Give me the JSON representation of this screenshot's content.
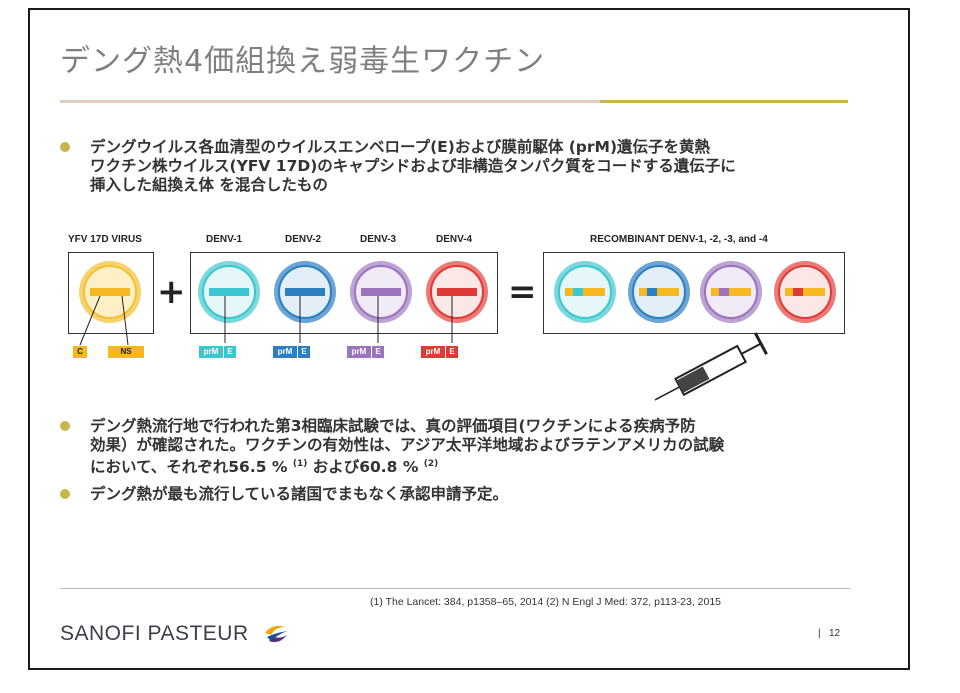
{
  "slide": {
    "title": "デング熱4価組換え弱毒生ワクチン",
    "bullets": [
      {
        "lines": [
          "デングウイルス各血清型のウイルスエンベロープ(E)および膜前駆体 (prM)遺伝子を黄熱",
          "ワクチン株ウイルス(YFV 17D)のキャプシドおよび非構造タンパク質をコードする遺伝子に",
          "挿入した組換え体 を混合したもの"
        ]
      },
      {
        "lines": [
          "デング熱流行地で行われた第3相臨床試験では、真の評価項目(ワクチンによる疾病予防",
          "効果）が確認された。ワクチンの有効性は、アジア太平洋地域およびラテンアメリカの試験"
        ],
        "line3_a": "において、それぞれ56.5 % ",
        "sup1": "(1)",
        "line3_b": " および60.8 % ",
        "sup2": "(2)"
      },
      {
        "lines": [
          "デング熱が最も流行している諸国でまもなく承認申請予定。"
        ]
      }
    ],
    "figure": {
      "yfv_label": "YFV 17D VIRUS",
      "denv_labels": [
        "DENV-1",
        "DENV-2",
        "DENV-3",
        "DENV-4"
      ],
      "recombinant_label": "RECOMBINANT DENV-1, -2, -3, and -4",
      "plus": "+",
      "equals": "=",
      "yfv_tags": [
        "C",
        "NS"
      ],
      "prm_tag": "prM",
      "e_tag": "E",
      "colors": {
        "yfv": "#f5b820",
        "denv1": "#3cc6cf",
        "denv2": "#2c7fc0",
        "denv3": "#9c73bd",
        "denv4": "#e03a36"
      }
    },
    "references": "(1)  The Lancet: 384, p1358–65, 2014    (2) N Engl J Med: 372, p113-23, 2015",
    "logo": "SANOFI PASTEUR",
    "page_number": "12",
    "page_sep": "|"
  }
}
